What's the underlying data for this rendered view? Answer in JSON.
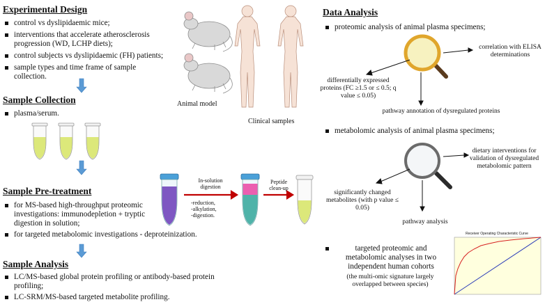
{
  "left": {
    "experimental_design": {
      "heading": "Experimental Design",
      "items": [
        "control vs dyslipidaemic mice;",
        "interventions that accelerate atherosclerosis progression (WD, LCHP diets);",
        "control subjects vs dyslipidaemic (FH) patients;",
        "sample types and time frame of sample collection."
      ]
    },
    "sample_collection": {
      "heading": "Sample Collection",
      "items": [
        "plasma/serum."
      ]
    },
    "sample_pretreatment": {
      "heading": "Sample Pre-treatment",
      "items": [
        "for MS-based high-throughput proteomic investigations: immunodepletion + tryptic digestion in solution;",
        "for targeted metabolomic investigations - deproteinization."
      ]
    },
    "sample_analysis": {
      "heading": "Sample Analysis",
      "items": [
        "LC/MS-based global protein profiling or antibody-based protein profiling;",
        "LC-SRM/MS-based targeted metabolite profiling."
      ]
    }
  },
  "middle": {
    "animal_model_label": "Animal model",
    "clinical_samples_label": "Clinical samples",
    "digestion_label": "In-solution digestion",
    "digestion_steps": [
      "-reduction,",
      "-alkylation,",
      "-digestion."
    ],
    "cleanup_label": "Peptide clean-up"
  },
  "right": {
    "heading": "Data Analysis",
    "items": {
      "proteomic": "proteomic analysis of animal plasma specimens;",
      "metabolomic": "metabolomic analysis of animal plasma specimens;",
      "targeted": "targeted proteomic and metabolomic analyses in two independent human cohorts"
    },
    "proteomic_flow": {
      "correlation": "correlation with ELISA determinations",
      "diff_expressed": "differentially expressed proteins (FC ≥1.5 or ≤ 0.5; q value ≤ 0.05)",
      "pathway_annotation": "pathway annotation of dysregulated proteins"
    },
    "metabolomic_flow": {
      "dietary": "dietary interventions for validation of dysregulated metabolomic pattern",
      "significant": "significantly changed metabolites (with p value ≤ 0.05)",
      "pathway_analysis": "pathway analysis"
    },
    "targeted_note": "(the multi-omic signature largely overlapped between species)",
    "roc_title": "Receiver Operating Characteristic Curve"
  },
  "colors": {
    "arrow_blue": "#5b9bd5",
    "red_arrow": "#c00000",
    "tube_purple": "#7e57c2",
    "tube_pink": "#ec5fb0",
    "tube_yellow": "#dce87a",
    "magnifier_gold": "#e0a62c",
    "roc_red": "#d62020",
    "roc_blue": "#2a3cb8",
    "roc_bg": "#ffffde"
  }
}
